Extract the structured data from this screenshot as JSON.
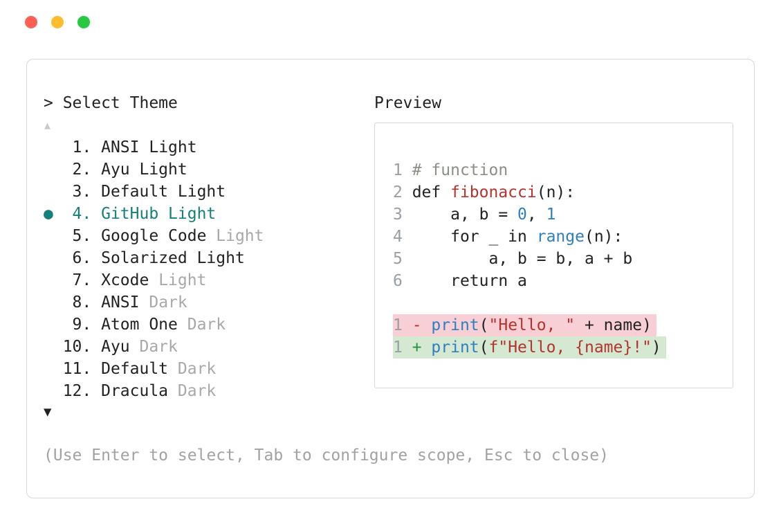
{
  "colors": {
    "text": "#222222",
    "border": "#d8d8d8",
    "selected": "#15807a",
    "dimmed": "#a8a8a8",
    "hint": "#a2a2a2",
    "scroll-disabled": "#c9c9c9",
    "line-number": "#999fa4",
    "comment": "#8b9086",
    "red": "#b5332e",
    "blue": "#2f7fc0",
    "green": "#22963f",
    "diff-removed-bg": "#f8cfd4",
    "diff-added-bg": "#d4e8d2"
  },
  "window": {
    "traffic_lights": [
      {
        "name": "close",
        "color": "#ff5f57"
      },
      {
        "name": "minimize",
        "color": "#febc2e"
      },
      {
        "name": "zoom",
        "color": "#28c840"
      }
    ]
  },
  "palette": {
    "title": "> Select Theme",
    "scroll_up_icon": "▲",
    "scroll_down_icon": "▼",
    "bullet_icon": "●",
    "hint": "(Use Enter to select, Tab to configure scope, Esc to close)",
    "items": [
      {
        "number": " 1.",
        "name": "ANSI",
        "variant": "Light",
        "variant_dimmed": false,
        "selected": false
      },
      {
        "number": " 2.",
        "name": "Ayu",
        "variant": "Light",
        "variant_dimmed": false,
        "selected": false
      },
      {
        "number": " 3.",
        "name": "Default",
        "variant": "Light",
        "variant_dimmed": false,
        "selected": false
      },
      {
        "number": " 4.",
        "name": "GitHub",
        "variant": "Light",
        "variant_dimmed": false,
        "selected": true
      },
      {
        "number": " 5.",
        "name": "Google Code",
        "variant": "Light",
        "variant_dimmed": true,
        "selected": false
      },
      {
        "number": " 6.",
        "name": "Solarized",
        "variant": "Light",
        "variant_dimmed": false,
        "selected": false
      },
      {
        "number": " 7.",
        "name": "Xcode",
        "variant": "Light",
        "variant_dimmed": true,
        "selected": false
      },
      {
        "number": " 8.",
        "name": "ANSI",
        "variant": "Dark",
        "variant_dimmed": true,
        "selected": false
      },
      {
        "number": " 9.",
        "name": "Atom One",
        "variant": "Dark",
        "variant_dimmed": true,
        "selected": false
      },
      {
        "number": "10.",
        "name": "Ayu",
        "variant": "Dark",
        "variant_dimmed": true,
        "selected": false
      },
      {
        "number": "11.",
        "name": "Default",
        "variant": "Dark",
        "variant_dimmed": true,
        "selected": false
      },
      {
        "number": "12.",
        "name": "Dracula",
        "variant": "Dark",
        "variant_dimmed": true,
        "selected": false
      }
    ]
  },
  "preview": {
    "label": "Preview",
    "code_lines": [
      {
        "tokens": [
          {
            "c": "ln",
            "t": "1 "
          },
          {
            "c": "comment",
            "t": "# function"
          }
        ]
      },
      {
        "tokens": [
          {
            "c": "ln",
            "t": "2 "
          },
          {
            "c": "plain",
            "t": "def "
          },
          {
            "c": "red",
            "t": "fibonacci"
          },
          {
            "c": "plain",
            "t": "(n):"
          }
        ]
      },
      {
        "tokens": [
          {
            "c": "ln",
            "t": "3 "
          },
          {
            "c": "plain",
            "t": "    a, b = "
          },
          {
            "c": "blue",
            "t": "0"
          },
          {
            "c": "plain",
            "t": ", "
          },
          {
            "c": "blue",
            "t": "1"
          }
        ]
      },
      {
        "tokens": [
          {
            "c": "ln",
            "t": "4 "
          },
          {
            "c": "plain",
            "t": "    for _ in "
          },
          {
            "c": "blue",
            "t": "range"
          },
          {
            "c": "plain",
            "t": "(n):"
          }
        ]
      },
      {
        "tokens": [
          {
            "c": "ln",
            "t": "5 "
          },
          {
            "c": "plain",
            "t": "        a, b = b, a + b"
          }
        ]
      },
      {
        "tokens": [
          {
            "c": "ln",
            "t": "6 "
          },
          {
            "c": "plain",
            "t": "    return a"
          }
        ]
      },
      {
        "tokens": []
      },
      {
        "bg": "removed",
        "tokens": [
          {
            "c": "ln",
            "t": "1 "
          },
          {
            "c": "red",
            "t": "- "
          },
          {
            "c": "blue",
            "t": "print"
          },
          {
            "c": "plain",
            "t": "("
          },
          {
            "c": "red",
            "t": "\"Hello, \""
          },
          {
            "c": "plain",
            "t": " + name)"
          }
        ]
      },
      {
        "bg": "added",
        "tokens": [
          {
            "c": "ln",
            "t": "1 "
          },
          {
            "c": "green",
            "t": "+ "
          },
          {
            "c": "blue",
            "t": "print"
          },
          {
            "c": "plain",
            "t": "("
          },
          {
            "c": "red",
            "t": "f\"Hello, {name}!\""
          },
          {
            "c": "plain",
            "t": ")"
          }
        ]
      }
    ]
  }
}
